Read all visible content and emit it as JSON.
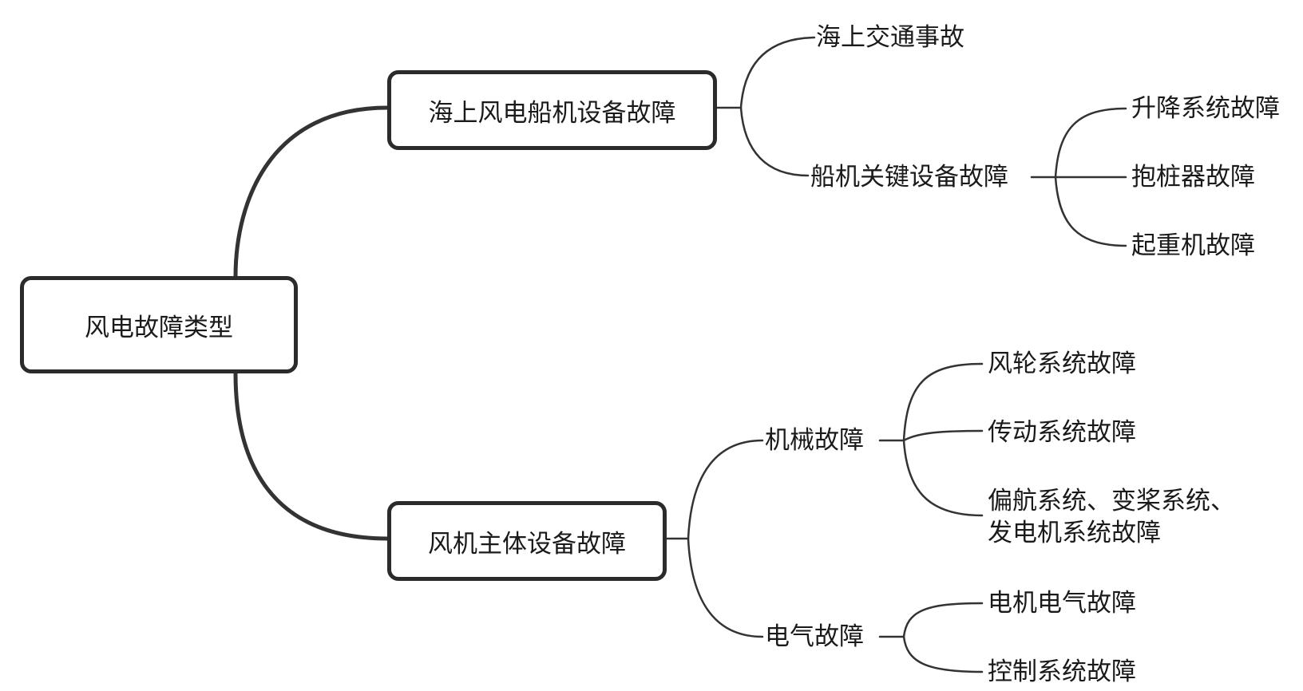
{
  "root": {
    "label": "风电故障类型"
  },
  "branches": [
    {
      "label": "海上风电船机设备故障",
      "children": [
        {
          "label": "海上交通事故"
        },
        {
          "label": "船机关键设备故障",
          "children": [
            "升降系统故障",
            "抱桩器故障",
            "起重机故障"
          ]
        }
      ]
    },
    {
      "label": "风机主体设备故障",
      "children": [
        {
          "label": "机械故障",
          "children": [
            "风轮系统故障",
            "传动系统故障",
            "偏航系统、变桨系统、",
            "发电机系统故障"
          ]
        },
        {
          "label": "电气故障",
          "children": [
            "电机电气故障",
            "控制系统故障"
          ]
        }
      ]
    }
  ]
}
